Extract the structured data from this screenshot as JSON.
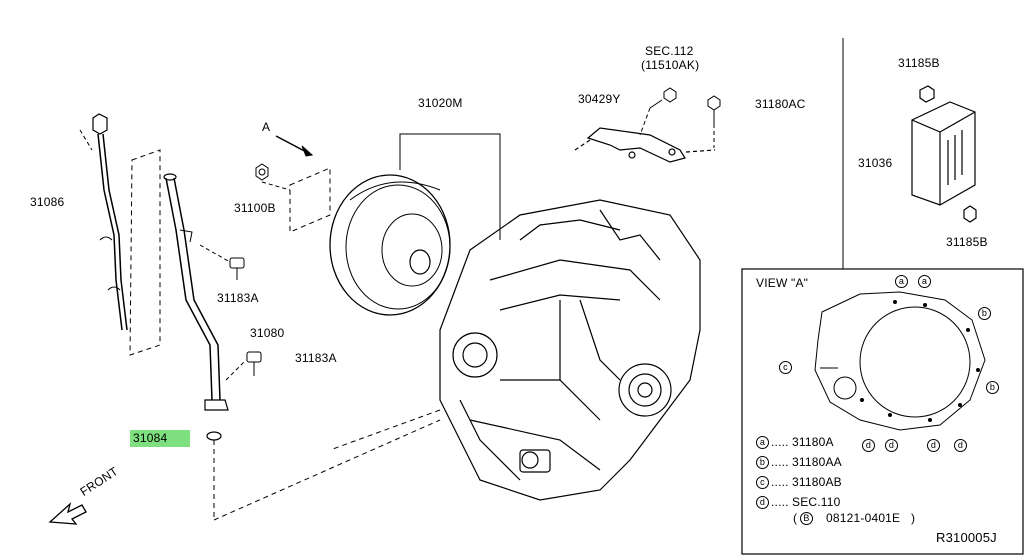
{
  "parts": {
    "p31086": "31086",
    "p31084": "31084",
    "p31080": "31080",
    "p31183a_top": "31183A",
    "p31183a_bottom": "31183A",
    "p31100b": "31100B",
    "p31020m": "31020M",
    "sec112": "SEC.112",
    "sec112_sub": "(11510AK)",
    "p30429y": "30429Y",
    "p31180ac": "31180AC",
    "p31185b_top": "31185B",
    "p31185b_bottom": "31185B",
    "p31036": "31036"
  },
  "view_a": {
    "title": "VIEW \"A\"",
    "marker_a": "A",
    "callout_letters": [
      "a",
      "a",
      "b",
      "c",
      "b",
      "d",
      "d",
      "d",
      "d",
      "d",
      "d"
    ]
  },
  "legend": [
    {
      "key": "a",
      "text": "31180A"
    },
    {
      "key": "b",
      "text": "31180AA"
    },
    {
      "key": "c",
      "text": "31180AB"
    },
    {
      "key": "d",
      "text": "SEC.110"
    }
  ],
  "legend_extra": {
    "key": "B",
    "text": "08121-0401E"
  },
  "front_label": "FRONT",
  "diagram_code": "R310005J",
  "highlight_color": "#7ee07e"
}
